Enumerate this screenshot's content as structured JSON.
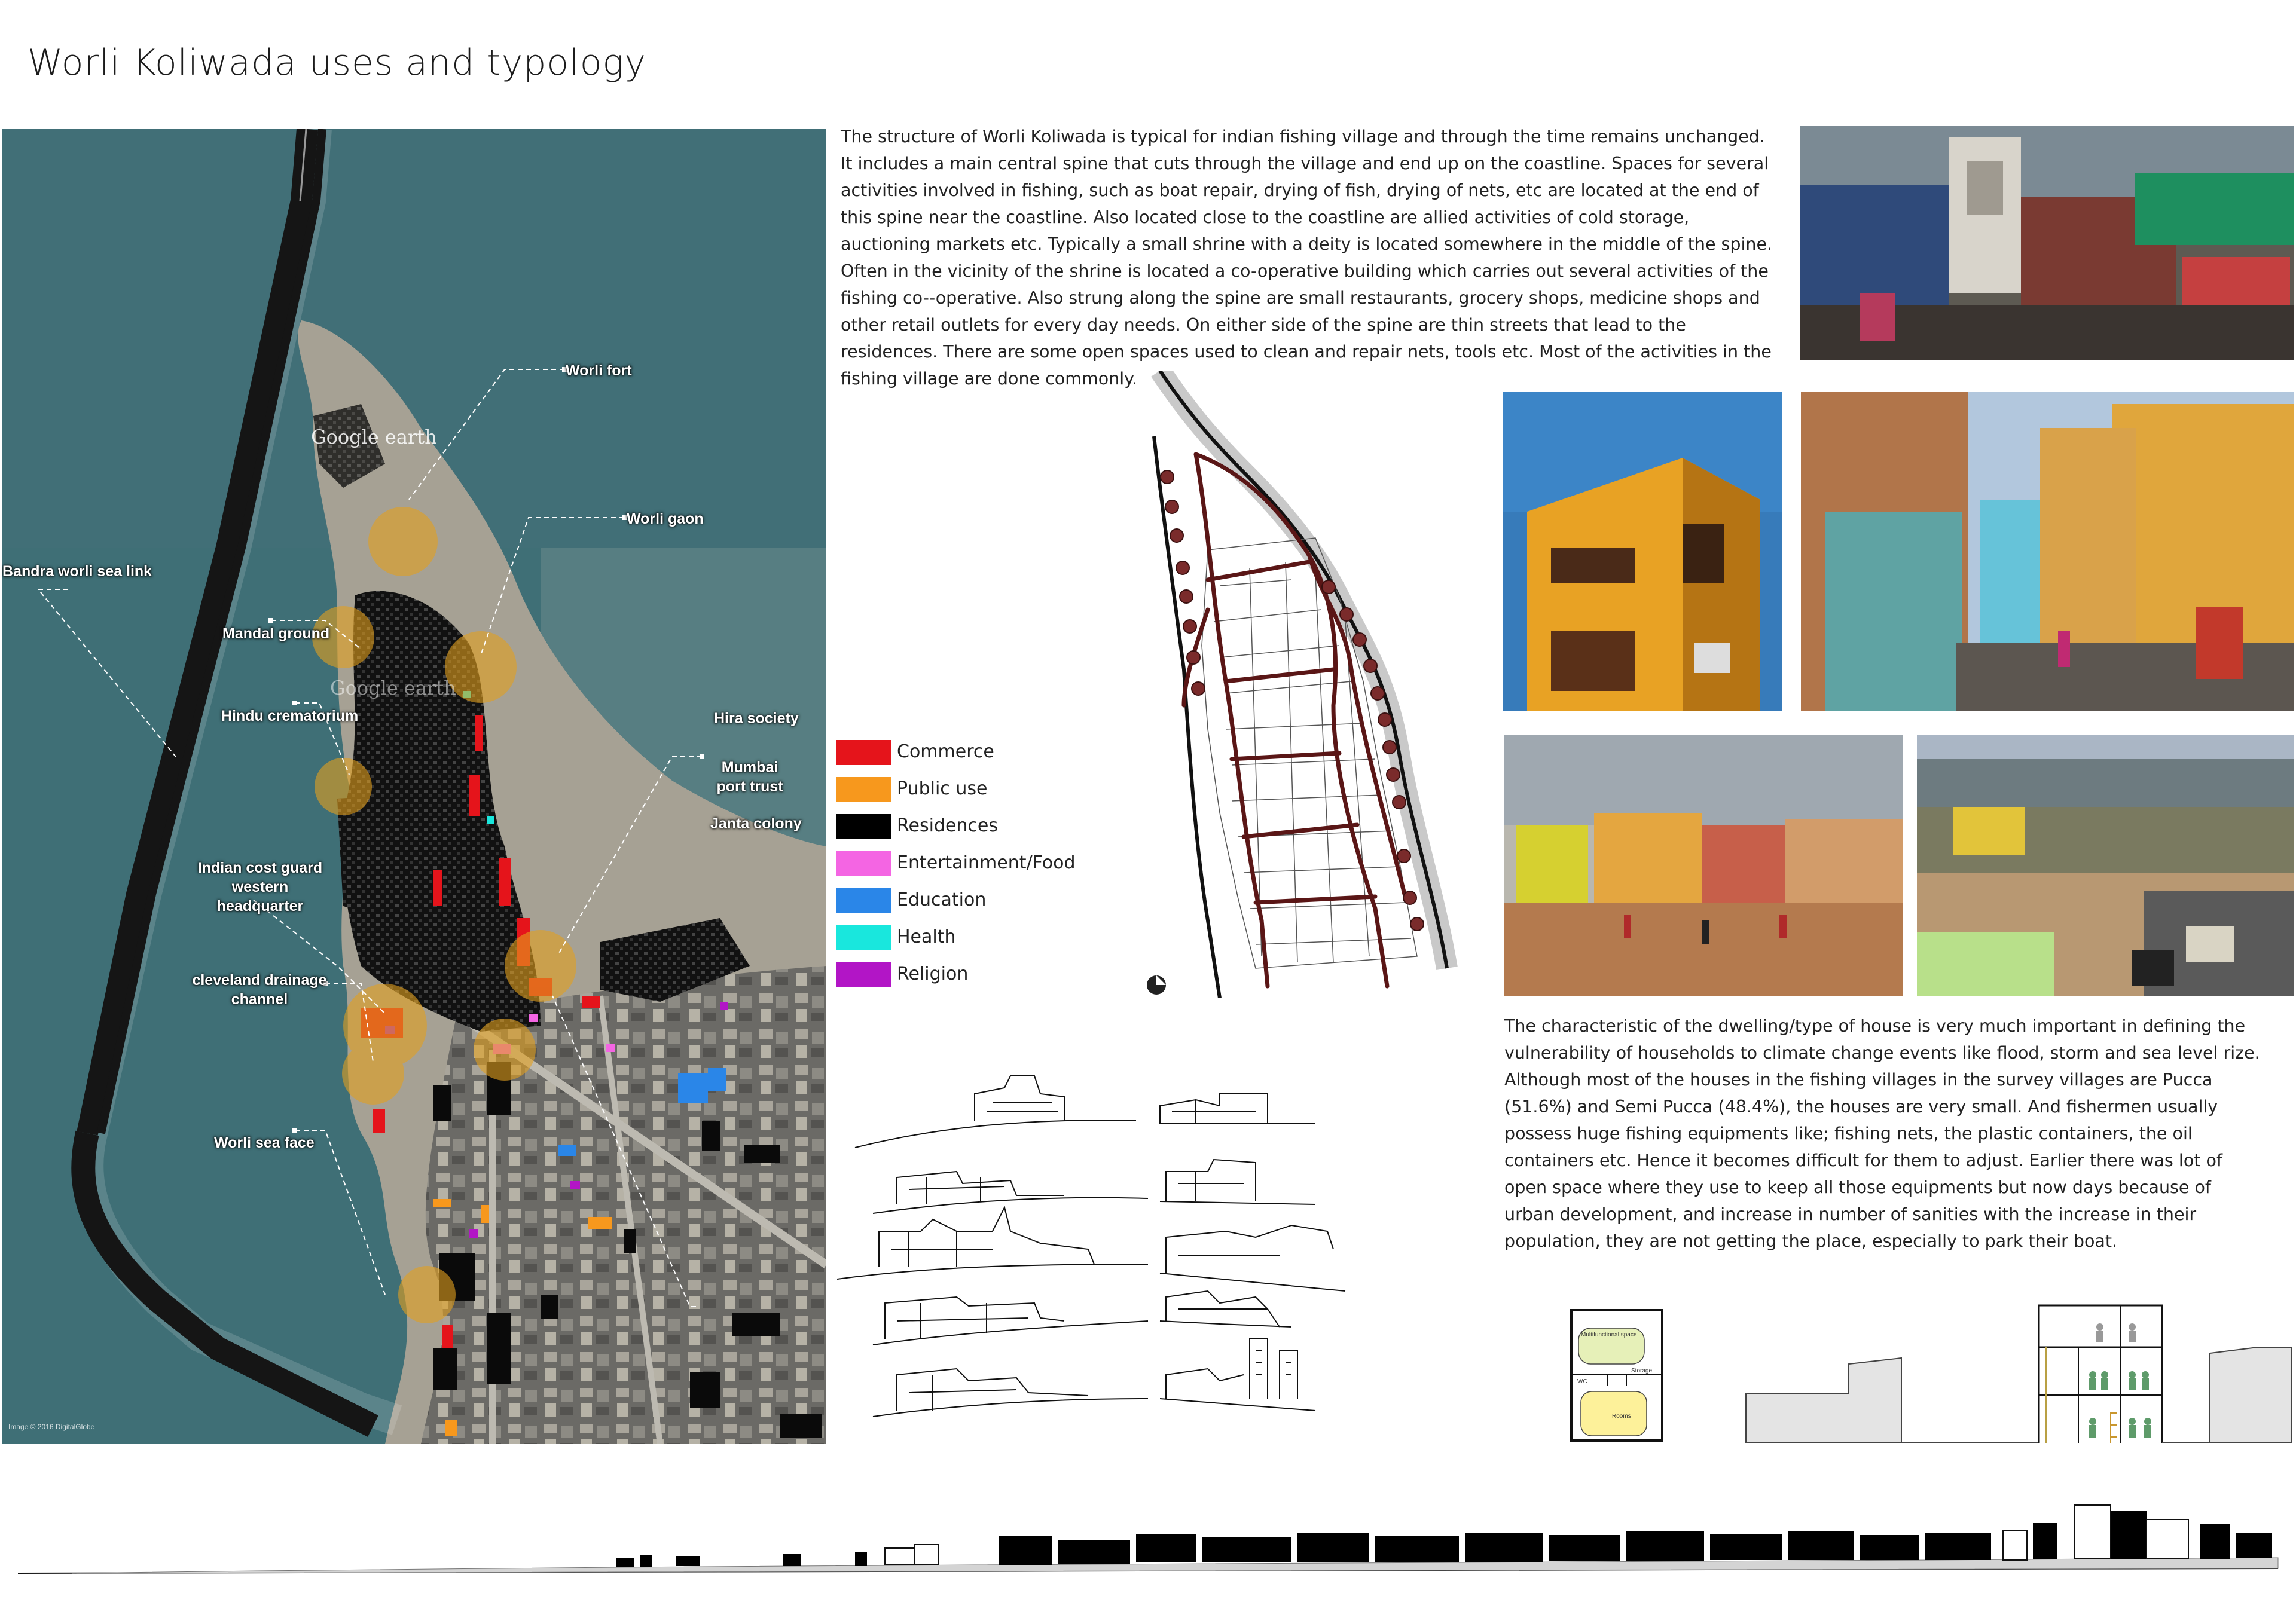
{
  "title": "Worli Koliwada uses and typology",
  "map": {
    "labels": [
      {
        "key": "worli_fort",
        "text": "Worli fort"
      },
      {
        "key": "worli_gaon",
        "text": "Worli gaon"
      },
      {
        "key": "bandra_sea_link",
        "text": "Bandra worli sea link"
      },
      {
        "key": "mandal_ground",
        "text": "Mandal ground"
      },
      {
        "key": "hindu_crematorium",
        "text": "Hindu crematorium"
      },
      {
        "key": "hira_society",
        "text": "Hira society"
      },
      {
        "key": "mumbai_port_trust",
        "text": "Mumbai port trust"
      },
      {
        "key": "janta_colony",
        "text": "Janta colony"
      },
      {
        "key": "coast_guard",
        "text": "Indian cost guard western headquarter"
      },
      {
        "key": "cleveland",
        "text": "cleveland drainage channel"
      },
      {
        "key": "sea_face",
        "text": "Worli sea face"
      }
    ],
    "watermark_1": "Google earth",
    "watermark_2": "Google earth",
    "imagery_credit": "Image © 2016 DigitalGlobe"
  },
  "intro_text": "The structure of Worli Koliwada is typical for indian fishing village and through the time remains unchanged. It includes a main central spine that cuts through the village and end up on the coastline. Spaces for several activities involved in fishing, such as boat repair, drying of fish, drying of nets, etc are located at the end of this spine near the coastline. Also located close to the coastline are allied activities of cold storage, auctioning markets etc. Typically a small shrine with a deity is located somewhere in the middle of the spine. Often in the vicinity of the shrine is located a co-operative building which carries out several activities of the fishing co--operative. Also strung along the spine are small restaurants, grocery shops, medicine shops and other retail outlets for every day needs. On either side of the spine are thin streets that lead to the residences. There are some open spaces used to clean and repair nets, tools etc. Most of the activities in the fishing village are done commonly.",
  "legend": [
    {
      "label": "Commerce",
      "color": "#e5141b"
    },
    {
      "label": "Public use",
      "color": "#f7981d"
    },
    {
      "label": "Residences",
      "color": "#000000"
    },
    {
      "label": "Entertainment/Food",
      "color": "#f465e3"
    },
    {
      "label": "Education",
      "color": "#2a86e8"
    },
    {
      "label": "Health",
      "color": "#19e7dd"
    },
    {
      "label": "Religion",
      "color": "#b215c6"
    }
  ],
  "dwelling_text": "The characteristic of the dwelling/type of house is very much important in defining the vulnerability of households to climate change events like flood, storm and sea level rize. Although most of the houses in the fishing villages in the survey villages are Pucca (51.6%) and Semi Pucca (48.4%), the houses are very small. And fishermen usually possess huge fishing equipments like; fishing nets, the plastic containers, the oil containers etc. Hence it becomes difficult for them to adjust. Earlier there was lot of open space where they use to keep all those equipments but now days because of urban development, and increase in number of sanities with the increase in their population, they are not getting the place, especially to park their boat.",
  "plan_labels": {
    "multi": "Multifunctional space",
    "wc": "WC",
    "storage": "Storage",
    "rooms": "Rooms"
  },
  "colors": {
    "sea": "#3f6f76",
    "land": "#a6a194",
    "plan_street": "#5a1616",
    "node": "#7a2b2b",
    "highlight": "#e2a01e"
  }
}
